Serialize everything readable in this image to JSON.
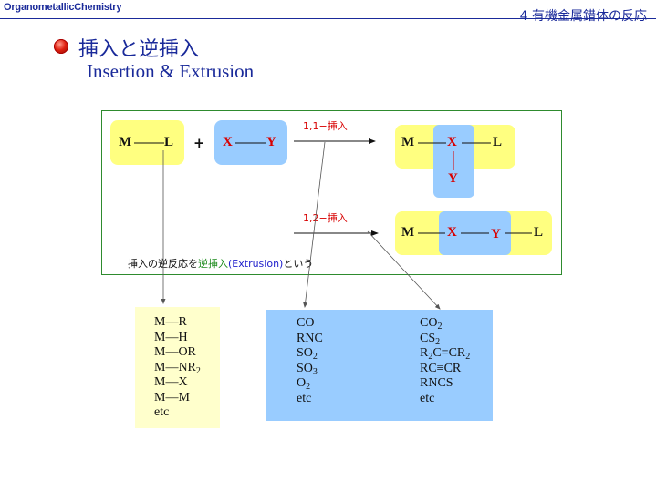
{
  "header": {
    "left": "OrganometallicChemistry",
    "right": "4 有機金属錯体の反応"
  },
  "title": {
    "ja": "挿入と逆挿入",
    "en": "Insertion & Extrusion"
  },
  "diagram": {
    "reactant1": {
      "m": "M",
      "l": "L"
    },
    "plus": "+",
    "reactant2": {
      "x": "X",
      "y": "Y"
    },
    "arrow_11": "1,1−挿入",
    "product_11": {
      "m": "M",
      "x": "X",
      "l": "L",
      "y": "Y"
    },
    "arrow_12": "1,2−挿入",
    "product_12": {
      "m": "M",
      "x": "X",
      "y": "Y",
      "l": "L"
    },
    "note_pre": "挿入の逆反応を",
    "note_term": "逆挿入",
    "note_paren": "(Extrusion)",
    "note_post": "という"
  },
  "ml_list": {
    "items": [
      "M—R",
      "M—H",
      "M—OR",
      "M—NR",
      "M—X",
      "M—M",
      "etc"
    ],
    "nr_sub": "2"
  },
  "xy_list": {
    "col1": {
      "co": "CO",
      "rnc": "RNC",
      "so2_main": "SO",
      "so2_sub": "2",
      "so3_main": "SO",
      "so3_sub": "3",
      "o2_main": "O",
      "o2_sub": "2",
      "etc": "etc"
    },
    "col2": {
      "co2_main": "CO",
      "co2_sub": "2",
      "cs2_main": "CS",
      "cs2_sub": "2",
      "alk_r": "R",
      "alk_sub1": "2",
      "alk_mid": "C=CR",
      "alk_sub2": "2",
      "alkyne": "RC≡CR",
      "rncs": "RNCS",
      "etc": "etc"
    }
  },
  "colors": {
    "yellow_box": "#ffff80",
    "blue_box": "#99ccff",
    "frame": "#2e8b2e",
    "red_text": "#d80000",
    "navy_text": "#1a2a9a",
    "green_text": "#1a8a1a",
    "blue_text": "#2020cc"
  },
  "icons": {
    "bullet": "red-sphere-bullet"
  }
}
